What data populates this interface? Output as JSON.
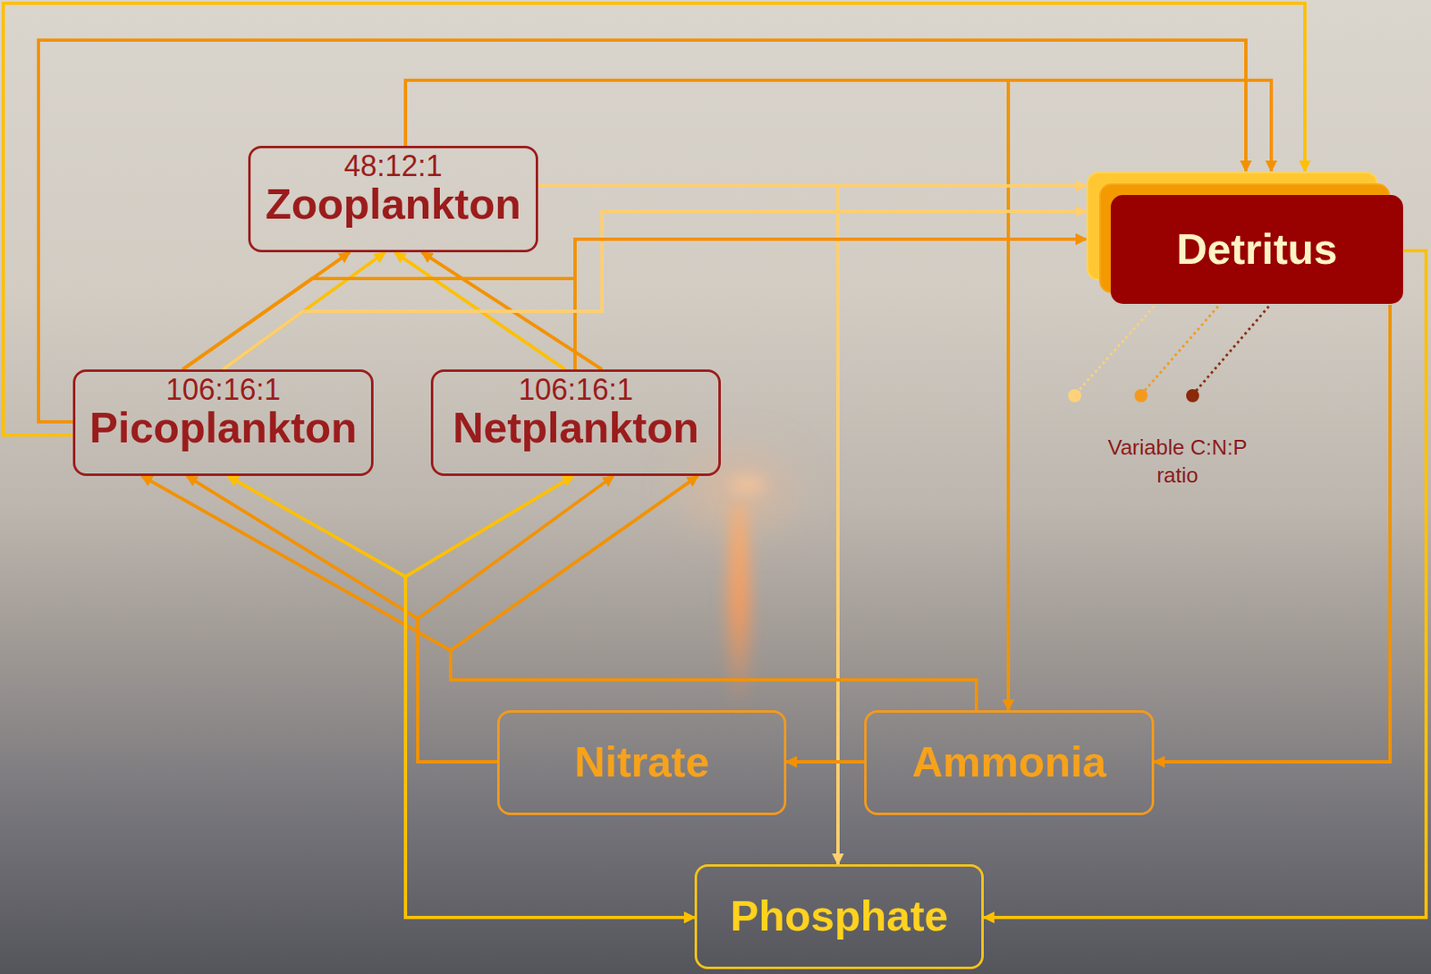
{
  "diagram": {
    "nodes": [
      {
        "text": [
          "48:12:1",
          "Zooplankton"
        ]
      },
      {
        "text": [
          "Detritus"
        ]
      },
      {
        "text": [
          "106:16:1",
          "Picoplankton"
        ]
      },
      {
        "text": [
          "106:16:1",
          "Netplankton"
        ]
      },
      {
        "text": [
          "Nitrate"
        ]
      },
      {
        "text": [
          "Ammonia"
        ]
      },
      {
        "text": [
          "Phosphate"
        ]
      }
    ],
    "edges": [
      {
        "from": 2,
        "to": 0,
        "arrow": "to"
      },
      {
        "from": 2,
        "to": 0,
        "arrow": "to"
      },
      {
        "from": 3,
        "to": 0,
        "arrow": "to"
      },
      {
        "from": 3,
        "to": 0,
        "arrow": "to"
      },
      {
        "from": 2,
        "to": 1,
        "arrow": "to"
      },
      {
        "from": 2,
        "to": 1,
        "arrow": "to"
      },
      {
        "from": 0,
        "to": 1,
        "arrow": "to"
      },
      {
        "from": 0,
        "to": 5,
        "arrow": "to"
      },
      {
        "from": 0,
        "to": 1,
        "arrow": "to"
      },
      {
        "from": 0,
        "to": 6,
        "arrow": "to"
      },
      {
        "from": 3,
        "to": 1,
        "arrow": "to"
      },
      {
        "from": 2,
        "to": 1,
        "arrow": "to"
      },
      {
        "from": 2,
        "to": 1,
        "arrow": "to"
      },
      {
        "from": 1,
        "to": 5,
        "arrow": "to"
      },
      {
        "from": 1,
        "to": 6,
        "arrow": "to"
      },
      {
        "from": 5,
        "to": 4,
        "arrow": "to"
      },
      {
        "from": 4,
        "to": 2,
        "arrow": "to"
      },
      {
        "from": 4,
        "to": 3,
        "arrow": "to"
      },
      {
        "from": 5,
        "to": 2,
        "arrow": "to"
      },
      {
        "from": 5,
        "to": 3,
        "arrow": "to"
      },
      {
        "from": 6,
        "to": 2,
        "arrow": "both"
      },
      {
        "from": 6,
        "to": 3,
        "arrow": "both"
      }
    ],
    "labels": [
      "Variable C:N:P ratio"
    ]
  }
}
